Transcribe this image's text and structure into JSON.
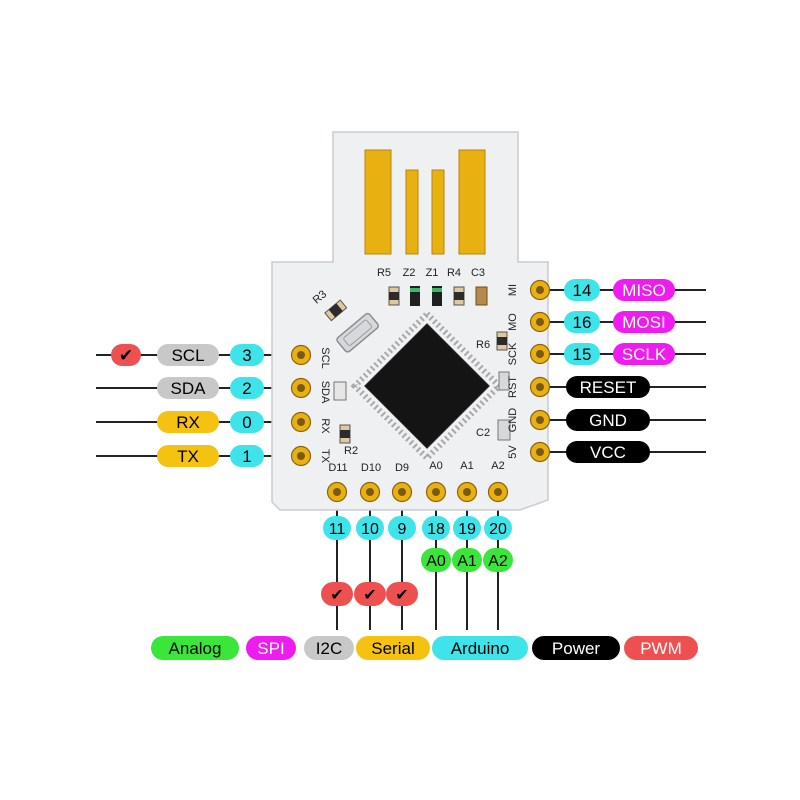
{
  "colors": {
    "analog": "#39e639",
    "spi": "#ee1cee",
    "i2c": "#c8c8c8",
    "serial": "#f5c211",
    "arduino": "#3ee4ea",
    "power": "#000000",
    "pwm": "#ee5050",
    "board": "#eef0f2",
    "gold": "#e8b010",
    "pad": "#c9961c"
  },
  "pwm_mark": "✔",
  "silkscreen": {
    "top": [
      "R5",
      "Z2",
      "Z1",
      "R4",
      "C3"
    ],
    "r3": "R3",
    "r6": "R6",
    "r2": "R2",
    "c2": "C2",
    "left_labels": [
      "SCL",
      "SDA",
      "RX",
      "TX"
    ],
    "right_labels": [
      "MI",
      "MO",
      "SCK",
      "RST",
      "GND",
      "5V"
    ],
    "bottom": [
      "D11",
      "D10",
      "D9",
      "A0",
      "A1",
      "A2"
    ]
  },
  "pins": {
    "left": [
      {
        "arduino": "3",
        "function": "SCL",
        "group": "i2c",
        "pwm": true
      },
      {
        "arduino": "2",
        "function": "SDA",
        "group": "i2c",
        "pwm": false
      },
      {
        "arduino": "0",
        "function": "RX",
        "group": "serial",
        "pwm": false
      },
      {
        "arduino": "1",
        "function": "TX",
        "group": "serial",
        "pwm": false
      }
    ],
    "right": [
      {
        "arduino": "14",
        "function": "MISO",
        "group": "spi"
      },
      {
        "arduino": "16",
        "function": "MOSI",
        "group": "spi"
      },
      {
        "arduino": "15",
        "function": "SCLK",
        "group": "spi"
      },
      {
        "arduino": "",
        "function": "RESET",
        "group": "power"
      },
      {
        "arduino": "",
        "function": "GND",
        "group": "power"
      },
      {
        "arduino": "",
        "function": "VCC",
        "group": "power"
      }
    ],
    "bottom": [
      {
        "arduino": "11",
        "analog": "",
        "pwm": true
      },
      {
        "arduino": "10",
        "analog": "",
        "pwm": true
      },
      {
        "arduino": "9",
        "analog": "",
        "pwm": true
      },
      {
        "arduino": "18",
        "analog": "A0",
        "pwm": false
      },
      {
        "arduino": "19",
        "analog": "A1",
        "pwm": false
      },
      {
        "arduino": "20",
        "analog": "A2",
        "pwm": false
      }
    ]
  },
  "legend": [
    {
      "label": "Analog",
      "group": "analog"
    },
    {
      "label": "SPI",
      "group": "spi"
    },
    {
      "label": "I2C",
      "group": "i2c"
    },
    {
      "label": "Serial",
      "group": "serial"
    },
    {
      "label": "Arduino",
      "group": "arduino"
    },
    {
      "label": "Power",
      "group": "power"
    },
    {
      "label": "PWM",
      "group": "pwm"
    }
  ]
}
